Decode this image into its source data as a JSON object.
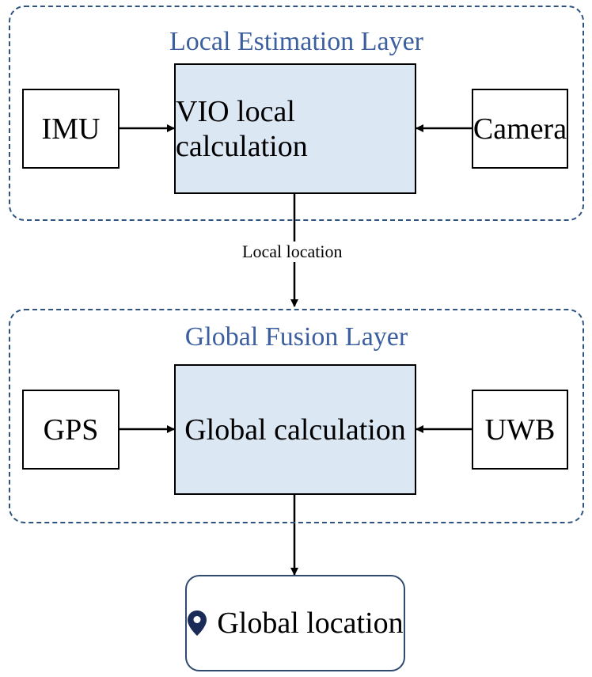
{
  "local_layer": {
    "title": "Local Estimation Layer",
    "imu": "IMU",
    "vio": "VIO local calculation",
    "camera": "Camera"
  },
  "connector": {
    "local_location": "Local location"
  },
  "global_layer": {
    "title": "Global Fusion Layer",
    "gps": "GPS",
    "global_calc": "Global calculation",
    "uwb": "UWB"
  },
  "output": {
    "label": "Global location",
    "icon": "location-pin-icon"
  },
  "colors": {
    "layer_border": "#2f5380",
    "layer_title": "#3c5fa0",
    "calc_fill": "#dce7f4",
    "pin": "#1a2b57"
  }
}
